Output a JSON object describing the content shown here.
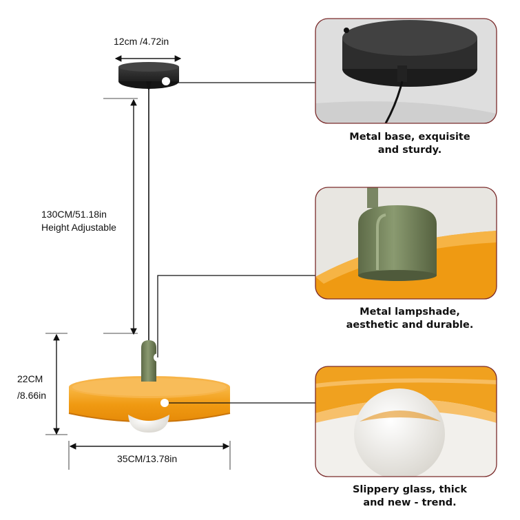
{
  "dimensions": {
    "base_width": "12cm /4.72in",
    "cable_length": "130CM/51.18in",
    "cable_note": "Height Adjustable",
    "height_cm": "22CM",
    "height_in": "/8.66in",
    "shade_width": "35CM/13.78in"
  },
  "callouts": [
    {
      "line1": "Metal base, exquisite",
      "line2": "and sturdy."
    },
    {
      "line1": "Metal lampshade,",
      "line2": "aesthetic and durable."
    },
    {
      "line1": "Slippery glass, thick",
      "line2": "and new - trend."
    }
  ],
  "colors": {
    "shade_orange": "#f3a21c",
    "socket_green": "#6f7d58",
    "canopy_black": "#2b2b2b",
    "bulb_white": "#f1efe9",
    "callout_border": "#7a2a2a"
  }
}
